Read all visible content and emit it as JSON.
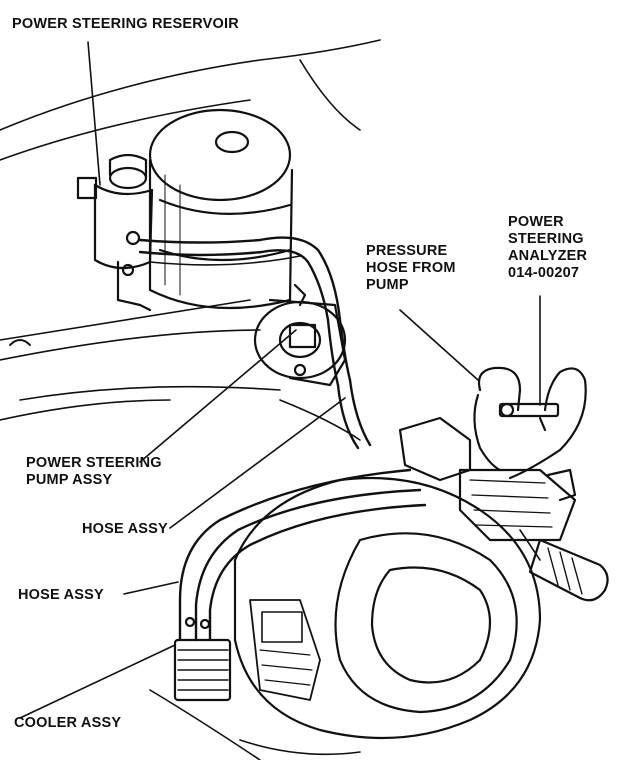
{
  "labels": {
    "reservoir": "POWER STEERING RESERVOIR",
    "pressure_hose": "PRESSURE\nHOSE FROM\nPUMP",
    "analyzer": "POWER\nSTEERING\nANALYZER\n014-00207",
    "pump": "POWER STEERING\nPUMP ASSY",
    "hose_upper": "HOSE ASSY",
    "hose_lower": "HOSE ASSY",
    "cooler": "COOLER ASSY"
  },
  "colors": {
    "ink": "#111111",
    "paper": "#ffffff"
  }
}
